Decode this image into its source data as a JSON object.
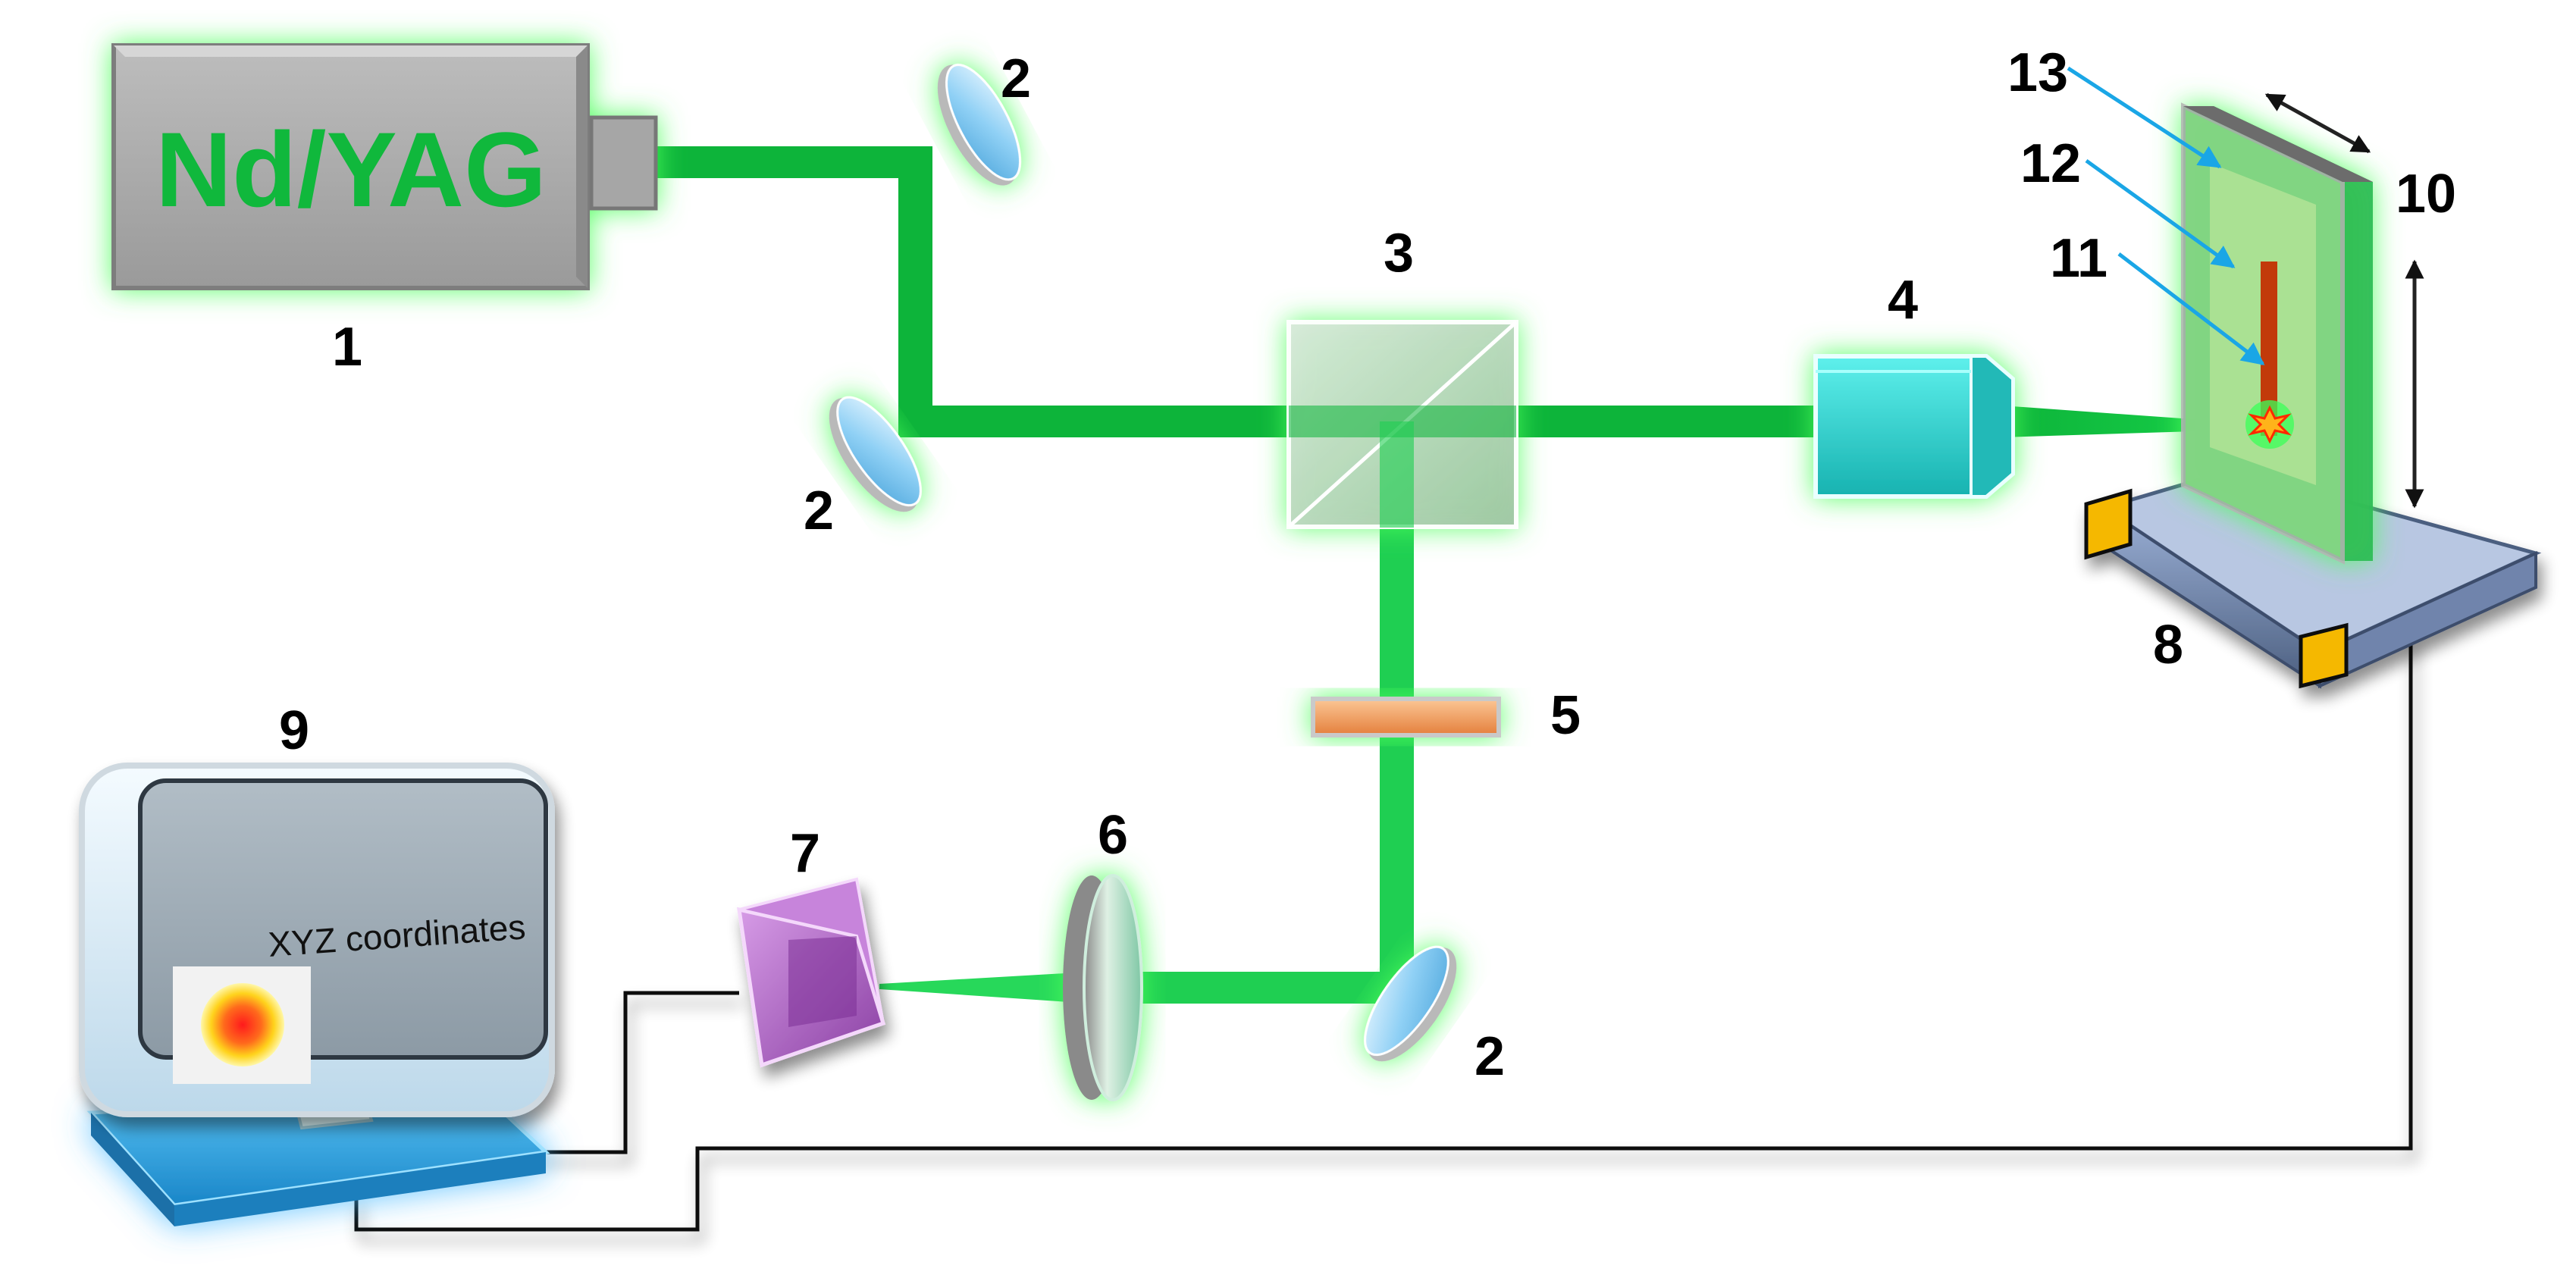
{
  "laser": {
    "label": "Nd/YAG",
    "number": "1"
  },
  "mirrors": [
    {
      "number": "2"
    },
    {
      "number": "2"
    },
    {
      "number": "2"
    }
  ],
  "beam_splitter": {
    "number": "3"
  },
  "objective": {
    "number": "4"
  },
  "filter": {
    "number": "5"
  },
  "lens": {
    "number": "6"
  },
  "detector": {
    "number": "7"
  },
  "stage": {
    "number": "8"
  },
  "computer": {
    "number": "9",
    "screen_text": "XYZ coordinates"
  },
  "sample": {
    "number_holder": "10",
    "number_11": "11",
    "number_12": "12",
    "number_13": "13"
  },
  "colors": {
    "beam": "#0db43a",
    "glow": "#5cff6a",
    "device_gray": "#a8a8a8",
    "arrow_blue": "#1aa6e6",
    "objective": "#2fd6d3",
    "filter": "#f2a062",
    "detector": "#b85fcf",
    "monitor_base": "#2aa6e8"
  }
}
